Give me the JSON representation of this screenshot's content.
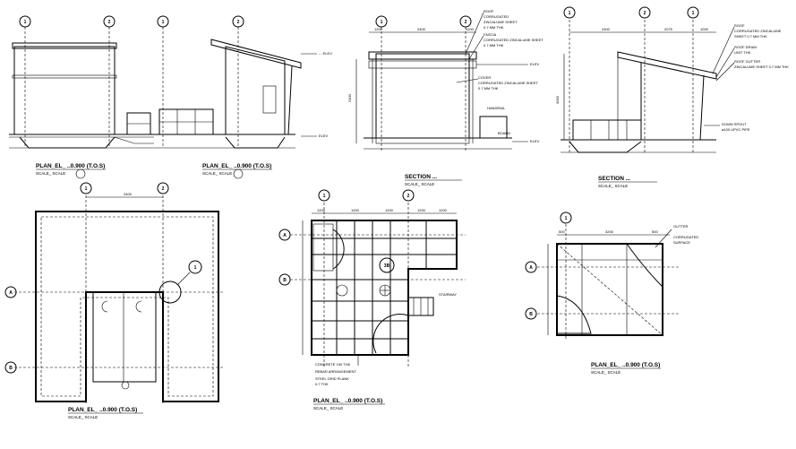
{
  "drawings": {
    "elev_front": {
      "title": "PLAN_EL_ ..0.900 (T.O.S)",
      "scale": "SCALE_ SCALE"
    },
    "elev_side": {
      "title": "PLAN_EL_ ..0.900 (T.O.S)",
      "scale": "SCALE_ SCALE"
    },
    "section_a": {
      "title": "SECTION  ...",
      "scale": "SCALE_ SCALE",
      "callouts": [
        "ROOF",
        "CORRUGATED",
        "ZINCALUME SHEET",
        "0.7 MM THK",
        "FASCIA",
        "CORRUGATED ZINCALUME SHEET",
        "0.7 MM THK",
        "COVER",
        "CORRUGATED ZINCALUME SHEET",
        "0.7 MM THK",
        "HANDRAIL",
        "BOARD"
      ],
      "dims": [
        "1200",
        "2400",
        "1200"
      ]
    },
    "section_b": {
      "title": "SECTION  ...",
      "scale": "SCALE_ SCALE",
      "callouts": [
        "ROOF",
        "CORRUGATED ZINCALUME",
        "SHEET 0.7 MM THK",
        "ROOF DRAIN",
        "UNIT THK",
        "ROOF GUTTER",
        "ZINCALUME SHEET 0.7 MM THK",
        "DOWN SPOUT",
        "ø100 UPVC PIPE"
      ],
      "dims": [
        "2400",
        "2075",
        "1000"
      ]
    },
    "plan_a": {
      "title": "PLAN_EL_ ..0.900 (T.O.S)",
      "scale": "SCALE_ SCALE",
      "dims": [
        "2400"
      ]
    },
    "plan_b": {
      "title": "PLAN_EL_ ..0.900 (T.O.S)",
      "scale": "SCALE_ SCALE",
      "notes": [
        "CONCRETE 150 THK",
        "REBAR ARRANGEMENT",
        "STEEL GRID PLANK",
        "0.7 THK",
        "STAIRWAY"
      ],
      "dims": [
        "1200",
        "1200",
        "1200",
        "1200",
        "1200"
      ]
    },
    "plan_c": {
      "title": "PLAN_EL_ ..0.900 (T.O.S)",
      "scale": "SCALE_ SCALE",
      "notes": [
        "GUTTER",
        "CORRUGATED",
        "SURFACE"
      ],
      "dims": [
        "500",
        "3200",
        "500"
      ]
    }
  },
  "levels": {
    "top": "-.. ELEV",
    "mid": "ELEV",
    "base": "ELEV"
  },
  "grids": [
    "1",
    "2",
    "A",
    "B",
    "1"
  ]
}
